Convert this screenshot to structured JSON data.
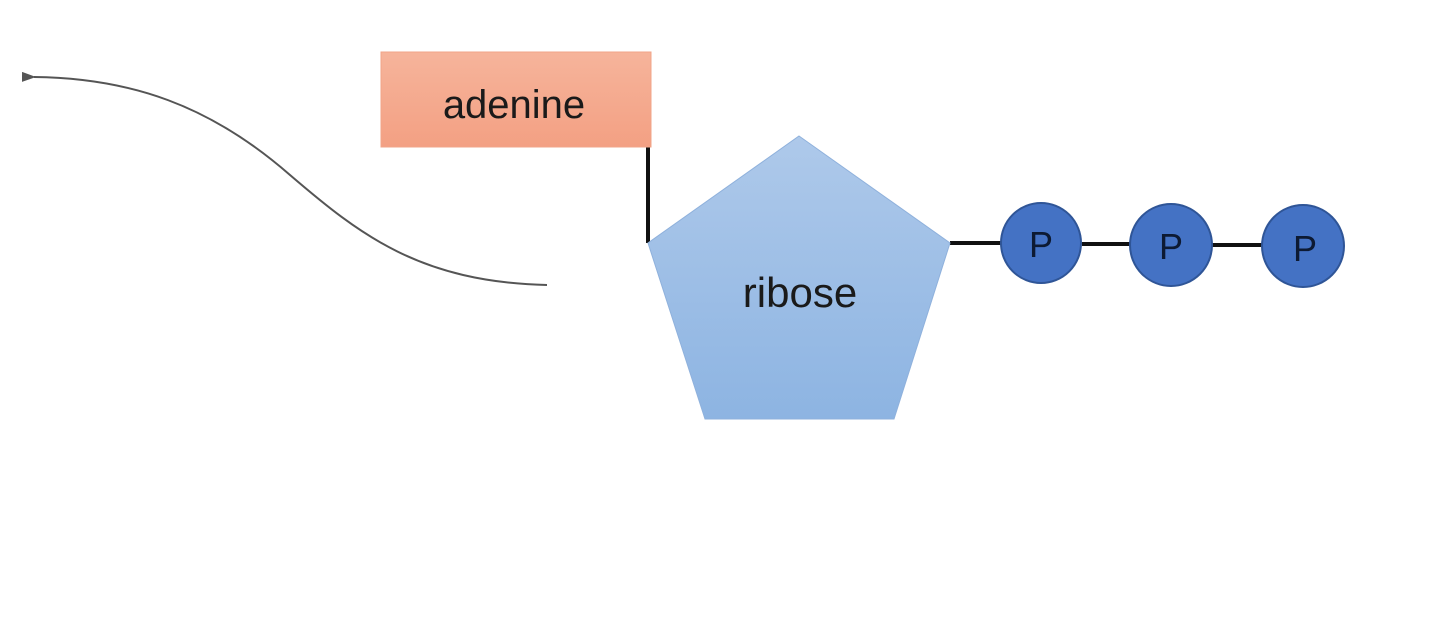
{
  "diagram": {
    "base": {
      "label": "adenine",
      "fill_top": "#f6b49b",
      "fill_bottom": "#f3a083",
      "stroke": "#f1a488"
    },
    "sugar": {
      "label": "ribose",
      "fill_top": "#aec9ea",
      "fill_bottom": "#8db4e2",
      "stroke": "#8fb1dc"
    },
    "phosphates": [
      {
        "label": "P"
      },
      {
        "label": "P"
      },
      {
        "label": "P"
      }
    ],
    "phosphate_fill": "#4472c4",
    "phosphate_stroke": "#2f5597",
    "bond_color": "#111111",
    "arrow_color": "#555555"
  }
}
